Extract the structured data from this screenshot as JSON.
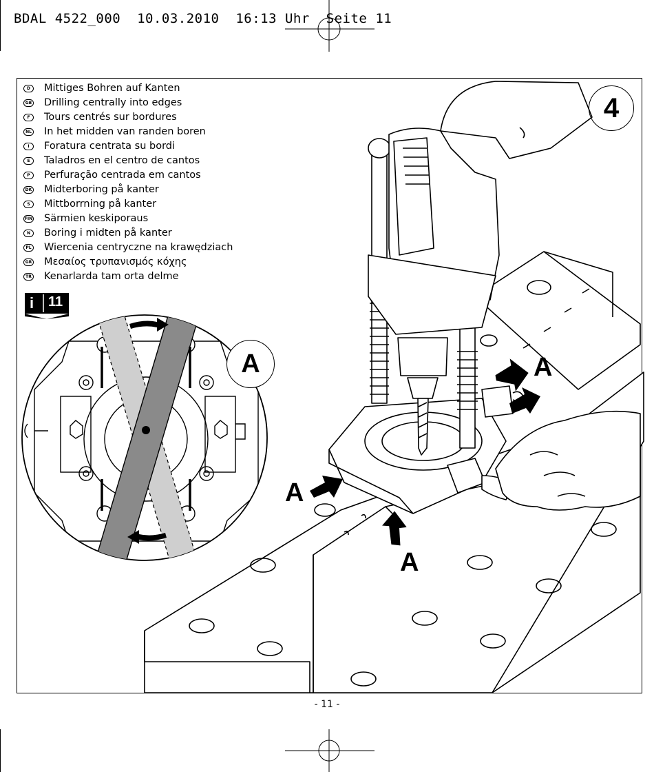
{
  "header": {
    "print_line": "BDAL 4522_000  10.03.2010  16:13 Uhr  Seite 11"
  },
  "figure": {
    "number": "4",
    "info_badge": {
      "icon_letter": "i",
      "page_ref": "11"
    },
    "callout_label": "A",
    "callouts": [
      "A",
      "A",
      "A",
      "A"
    ]
  },
  "languages": [
    {
      "code": "D",
      "text": "Mittiges Bohren auf Kanten"
    },
    {
      "code": "GB",
      "text": "Drilling centrally into edges"
    },
    {
      "code": "F",
      "text": "Tours centrés sur bordures"
    },
    {
      "code": "NL",
      "text": "In het midden van randen boren"
    },
    {
      "code": "I",
      "text": "Foratura centrata su bordi"
    },
    {
      "code": "E",
      "text": "Taladros en el centro de cantos"
    },
    {
      "code": "P",
      "text": "Perfuração centrada em cantos"
    },
    {
      "code": "DK",
      "text": "Midterboring på kanter"
    },
    {
      "code": "S",
      "text": "Mittborrning på kanter"
    },
    {
      "code": "FIN",
      "text": "Särmien keskiporaus"
    },
    {
      "code": "N",
      "text": "Boring i midten på kanter"
    },
    {
      "code": "PL",
      "text": "Wiercenia centryczne na krawędziach"
    },
    {
      "code": "GR",
      "text": "Μεσαίος τρυπανισμός κόχης"
    },
    {
      "code": "TR",
      "text": "Kenarlarda tam orta delme"
    }
  ],
  "footer": {
    "page_number": "- 11 -"
  }
}
